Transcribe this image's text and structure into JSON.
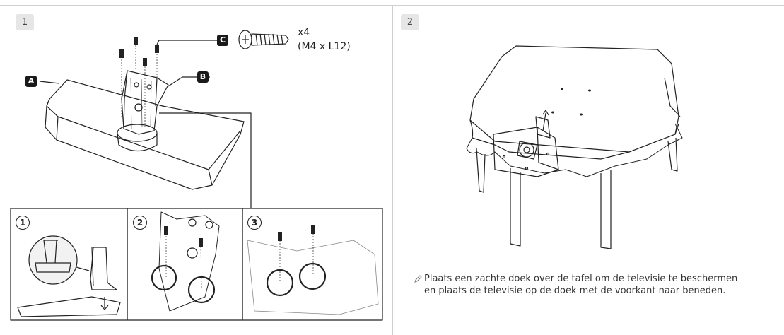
{
  "steps": [
    {
      "number": "1"
    },
    {
      "number": "2"
    }
  ],
  "parts": {
    "a": "A",
    "b": "B",
    "c": "C"
  },
  "screw": {
    "quantity": "x4",
    "spec": "(M4 x L12)"
  },
  "detail_steps": [
    "1",
    "2",
    "3"
  ],
  "note": {
    "icon": "pencil-note-icon",
    "text": "Plaats een zachte doek over de tafel om de televisie te beschermen en plaats de televisie op de doek met de voorkant naar beneden."
  }
}
